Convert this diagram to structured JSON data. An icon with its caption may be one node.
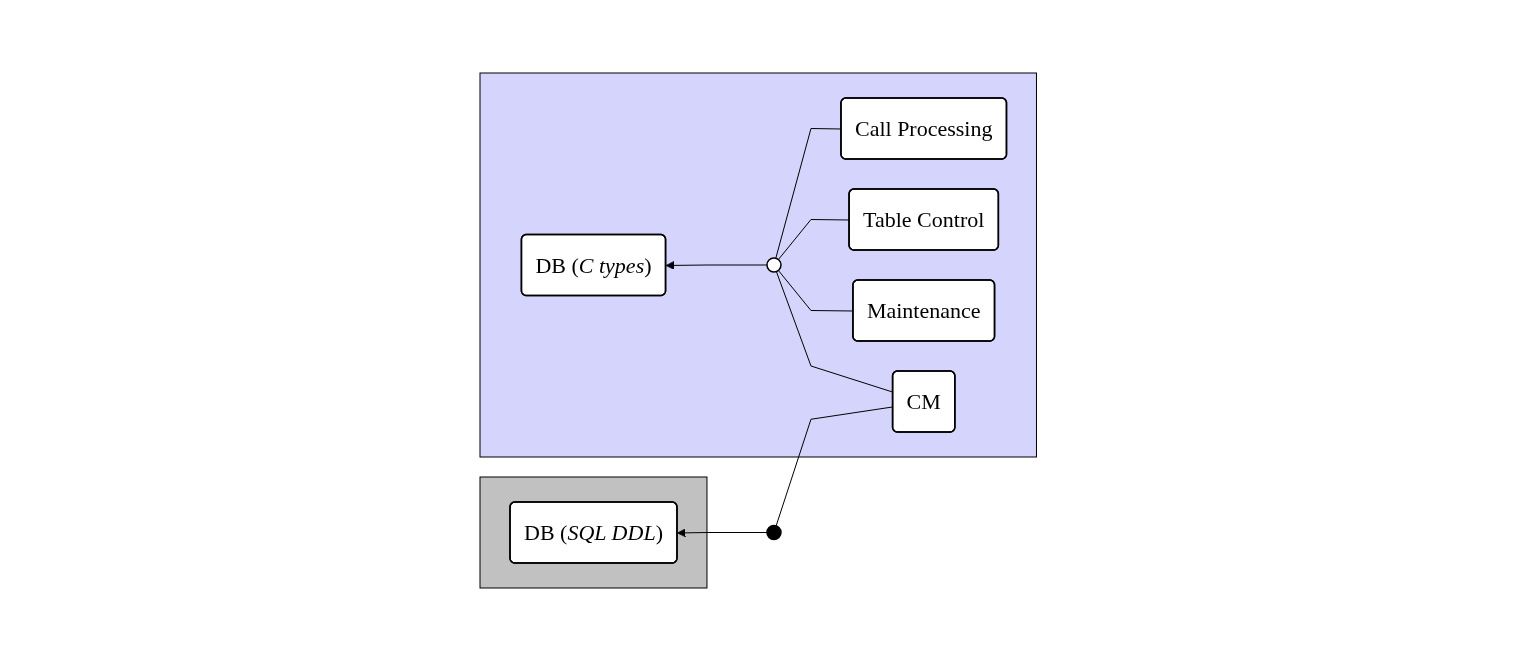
{
  "diagram": {
    "nodes": [
      {
        "text": [],
        "shape": "box"
      },
      {
        "text": [
          "DB (*C types*)"
        ],
        "in": 0
      },
      {
        "text": [],
        "shape": "circle",
        "in": 0
      },
      {
        "text": [
          "Call Processing"
        ],
        "in": 0
      },
      {
        "text": [
          "Table Control"
        ],
        "in": 0
      },
      {
        "text": [
          "Maintenance"
        ],
        "in": 0
      },
      {
        "text": [
          "CM"
        ],
        "in": 0
      },
      {
        "text": [],
        "shape": "circle"
      },
      {
        "text": [],
        "shape": "box"
      },
      {
        "text": [
          "DB (*SQL DDL*)"
        ],
        "in": 8
      }
    ],
    "edges": [
      {
        "from": 2,
        "to": 1,
        "arrow": "to"
      },
      {
        "from": 3,
        "to": 2,
        "arrow": "none"
      },
      {
        "from": 4,
        "to": 2,
        "arrow": "none"
      },
      {
        "from": 5,
        "to": 2,
        "arrow": "none"
      },
      {
        "from": 6,
        "to": 2,
        "arrow": "none"
      },
      {
        "from": 6,
        "to": 7,
        "arrow": "none"
      },
      {
        "from": 7,
        "to": 9,
        "arrow": "to"
      }
    ]
  }
}
